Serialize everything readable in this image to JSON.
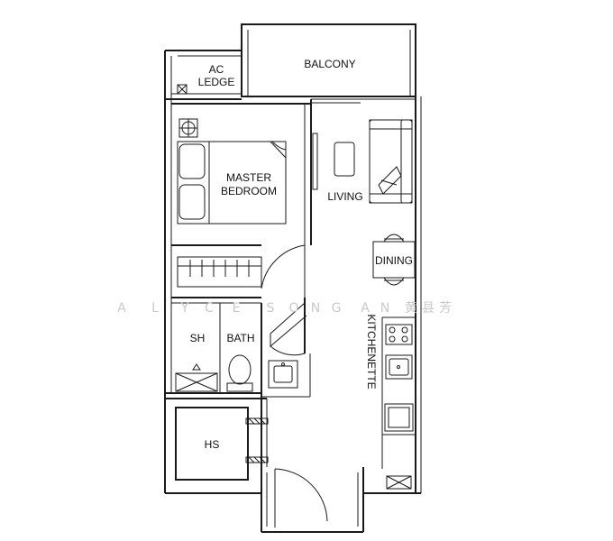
{
  "rooms": {
    "balcony": "BALCONY",
    "ac_ledge_line1": "AC",
    "ac_ledge_line2": "LEDGE",
    "master_line1": "MASTER",
    "master_line2": "BEDROOM",
    "living": "LIVING",
    "dining": "DINING",
    "kitchenette": "KITCHENETTE",
    "sh": "SH",
    "bath": "BATH",
    "hs": "HS"
  },
  "watermark": {
    "chars": [
      "A",
      "L",
      "Y",
      "C",
      "E",
      "S",
      "O",
      "N",
      "G",
      "A",
      "N",
      "黄",
      "县",
      "芳"
    ]
  },
  "colors": {
    "wall": "#1a1a1a",
    "background": "#ffffff",
    "watermark": "#c9c9c9"
  }
}
